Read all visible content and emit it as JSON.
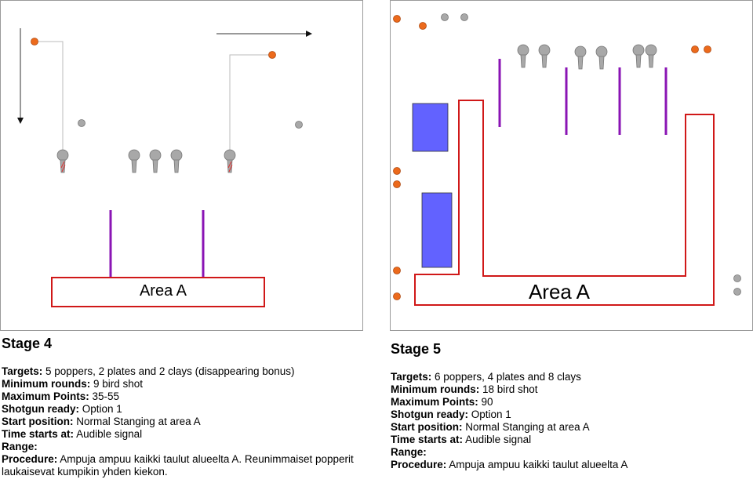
{
  "stage4": {
    "area_label": "Area A",
    "title": "Stage 4",
    "rows": [
      {
        "label": "Targets:",
        "value": "5 poppers, 2 plates and 2 clays (disappearing bonus)"
      },
      {
        "label": "Minimum rounds:",
        "value": "9 bird shot"
      },
      {
        "label": "Maximum Points:",
        "value": "35-55"
      },
      {
        "label": "Shotgun ready:",
        "value": "Option 1"
      },
      {
        "label": "Start position:",
        "value": "Normal Stanging at area A"
      },
      {
        "label": "Time starts at:",
        "value": "Audible signal"
      },
      {
        "label": "Range:",
        "value": ""
      },
      {
        "label": "Procedure:",
        "value": "Ampuja ampuu kaikki taulut alueelta A. Reunimmaiset popperit laukaisevat kumpikin yhden kiekon."
      }
    ]
  },
  "stage5": {
    "area_label": "Area A",
    "title": "Stage 5",
    "rows": [
      {
        "label": "Targets:",
        "value": "6 poppers, 4 plates and 8 clays"
      },
      {
        "label": "Minimum rounds:",
        "value": "18 bird shot"
      },
      {
        "label": "Maximum Points:",
        "value": "90"
      },
      {
        "label": "Shotgun ready:",
        "value": "Option 1"
      },
      {
        "label": "Start position:",
        "value": "Normal Stanging at area A"
      },
      {
        "label": "Time starts at:",
        "value": "Audible signal"
      },
      {
        "label": "Range:",
        "value": ""
      },
      {
        "label": "Procedure:",
        "value": "Ampuja ampuu kaikki taulut alueelta A"
      }
    ]
  },
  "colors": {
    "frame": "#9a9a9a",
    "area": "#d01818",
    "wall": "#8a14b4",
    "clay": "#ec6a1c",
    "plate": "#a8a8a8",
    "barrel": "#6262ff"
  }
}
